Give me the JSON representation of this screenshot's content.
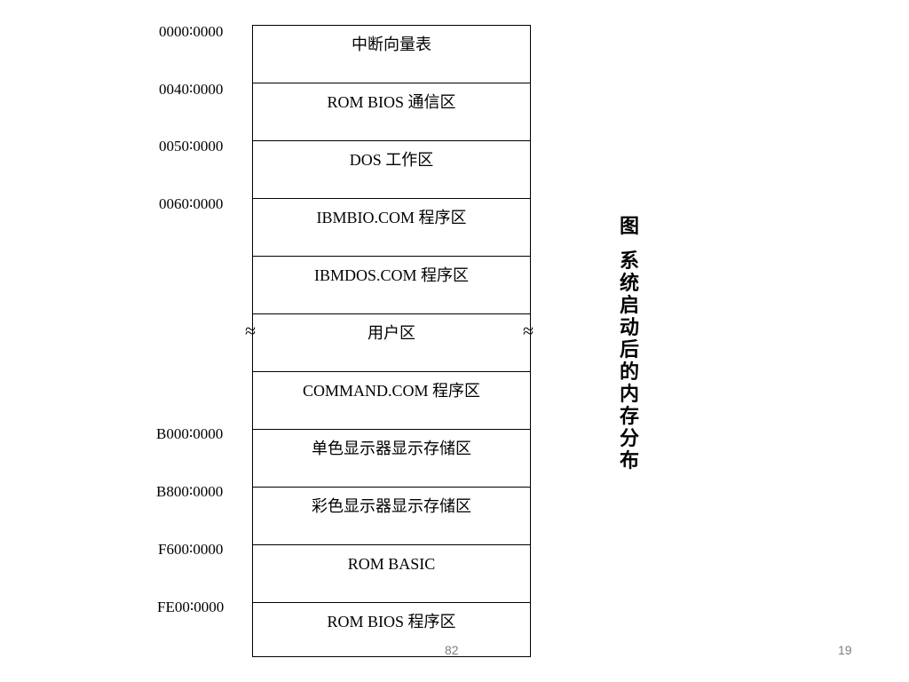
{
  "memory_map": {
    "rows": [
      {
        "label": "中断向量表",
        "address": "0000∶0000"
      },
      {
        "label": "ROM BIOS 通信区",
        "address": "0040∶0000"
      },
      {
        "label": "DOS 工作区",
        "address": "0050∶0000"
      },
      {
        "label": "IBMBIO.COM 程序区",
        "address": "0060∶0000"
      },
      {
        "label": "IBMDOS.COM 程序区",
        "address": ""
      },
      {
        "label": "用户区",
        "address": ""
      },
      {
        "label": "COMMAND.COM 程序区",
        "address": ""
      },
      {
        "label": "单色显示器显示存储区",
        "address": "B000∶0000"
      },
      {
        "label": "彩色显示器显示存储区",
        "address": "B800∶0000"
      },
      {
        "label": "ROM  BASIC",
        "address": "F600∶0000"
      },
      {
        "label": "ROM  BIOS 程序区",
        "address": "FE00∶0000"
      }
    ],
    "break_symbol": "≈"
  },
  "caption": {
    "first": "图",
    "chars": [
      "系",
      "统",
      "启",
      "动",
      "后",
      "的",
      "内",
      "存",
      "分",
      "布"
    ]
  },
  "footer": {
    "page_inner": "82",
    "slide_number": "19"
  }
}
